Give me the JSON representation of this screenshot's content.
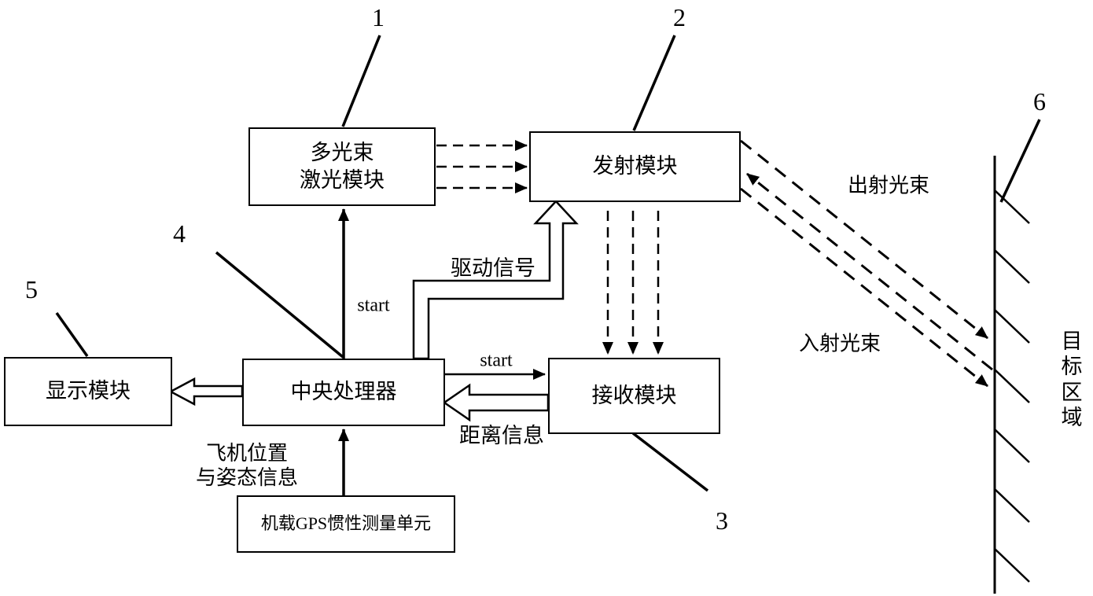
{
  "colors": {
    "ink": "#000000",
    "background": "#ffffff"
  },
  "boxes": {
    "laser": {
      "label": "多光束\n激光模块"
    },
    "transmit": {
      "label": "发射模块"
    },
    "receive": {
      "label": "接收模块"
    },
    "cpu": {
      "label": "中央处理器"
    },
    "display": {
      "label": "显示模块"
    },
    "gps": {
      "label": "机载GPS惯性测量单元"
    }
  },
  "ref_numbers": {
    "laser": "1",
    "transmit": "2",
    "receive": "3",
    "cpu": "4",
    "display": "5",
    "target": "6"
  },
  "arrow_labels": {
    "start_to_laser": "start",
    "start_to_receiver": "start",
    "drive_signal": "驱动信号",
    "distance_info": "距离信息",
    "aircraft_info": "飞机位置\n与姿态信息",
    "exit_beam": "出射光束",
    "incident_beam": "入射光束"
  },
  "target_area": {
    "label": "目标\n区域"
  }
}
